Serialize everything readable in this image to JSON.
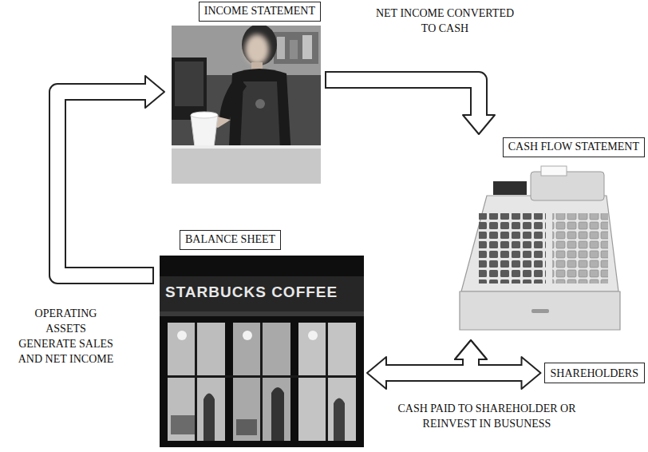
{
  "diagram": {
    "nodes": [
      {
        "text": [
          "INCOME STATEMENT"
        ]
      },
      {
        "text": [
          "CASH FLOW STATEMENT"
        ]
      },
      {
        "text": [
          "BALANCE SHEET"
        ]
      },
      {
        "text": [
          "SHAREHOLDERS"
        ]
      }
    ],
    "edges": [
      {
        "from": 2,
        "to": 0,
        "arrow": "to",
        "label": "OPERATING ASSETS GENERATE SALES AND NET INCOME"
      },
      {
        "from": 0,
        "to": 1,
        "arrow": "to",
        "label": "NET INCOME CONVERTED TO CASH"
      },
      {
        "from": 2,
        "to": 1,
        "arrow": "both"
      },
      {
        "from": 3,
        "to": 1,
        "arrow": "both",
        "label": "CASH PAID TO SHAREHOLDER OR REINVEST IN BUSUNESS"
      }
    ],
    "labels": [
      "STARBUCKS COFFEE"
    ]
  }
}
